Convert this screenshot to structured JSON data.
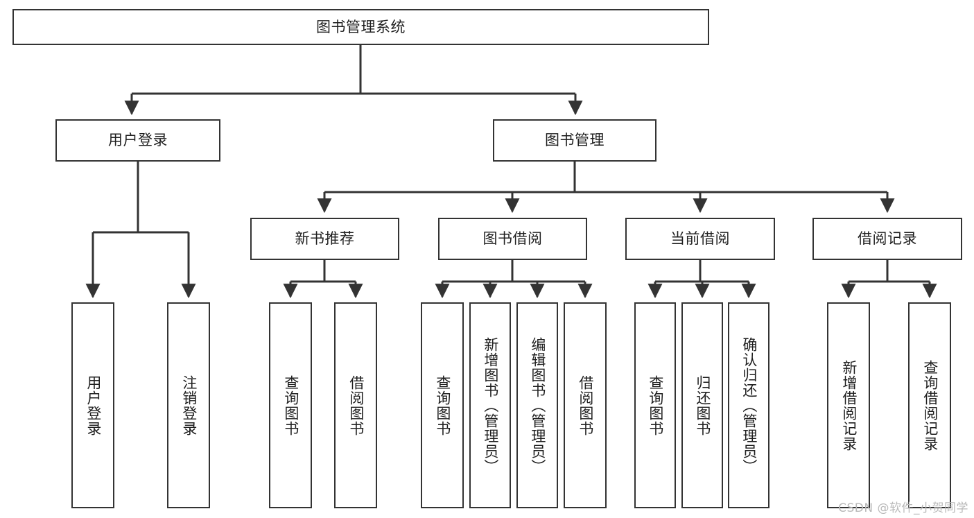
{
  "diagram": {
    "type": "tree-hierarchy-chart",
    "title_node": {
      "label": "图书管理系统"
    },
    "level2": [
      {
        "id": "user-login",
        "label": "用户登录"
      },
      {
        "id": "book-management",
        "label": "图书管理"
      }
    ],
    "level3": [
      {
        "id": "new-book-recommend",
        "label": "新书推荐",
        "parent": "book-management"
      },
      {
        "id": "book-borrow",
        "label": "图书借阅",
        "parent": "book-management"
      },
      {
        "id": "current-borrow",
        "label": "当前借阅",
        "parent": "book-management"
      },
      {
        "id": "borrow-record",
        "label": "借阅记录",
        "parent": "book-management"
      }
    ],
    "leaves": [
      {
        "id": "leaf-user-login",
        "label": "用户登录",
        "parent": "user-login"
      },
      {
        "id": "leaf-logout-login",
        "label": "注销登录",
        "parent": "user-login"
      },
      {
        "id": "leaf-query-book-1",
        "label": "查询图书",
        "parent": "new-book-recommend"
      },
      {
        "id": "leaf-borrow-book-1",
        "label": "借阅图书",
        "parent": "new-book-recommend"
      },
      {
        "id": "leaf-query-book-2",
        "label": "查询图书",
        "parent": "book-borrow"
      },
      {
        "id": "leaf-add-book",
        "label": "新增图书（管理员）",
        "parent": "book-borrow"
      },
      {
        "id": "leaf-edit-book",
        "label": "编辑图书（管理员）",
        "parent": "book-borrow"
      },
      {
        "id": "leaf-borrow-book-2",
        "label": "借阅图书",
        "parent": "book-borrow"
      },
      {
        "id": "leaf-query-book-3",
        "label": "查询图书",
        "parent": "current-borrow"
      },
      {
        "id": "leaf-return-book",
        "label": "归还图书",
        "parent": "current-borrow"
      },
      {
        "id": "leaf-confirm-return",
        "label": "确认归还（管理员）",
        "parent": "current-borrow"
      },
      {
        "id": "leaf-add-record",
        "label": "新增借阅记录",
        "parent": "borrow-record"
      },
      {
        "id": "leaf-query-record",
        "label": "查询借阅记录",
        "parent": "borrow-record"
      }
    ],
    "colors": {
      "stroke": "#333333",
      "text": "#1f1f1f",
      "background": "#ffffff",
      "watermark": "#b9b9b9"
    }
  },
  "watermark": {
    "text": "CSDN @软件_小贺同学"
  }
}
